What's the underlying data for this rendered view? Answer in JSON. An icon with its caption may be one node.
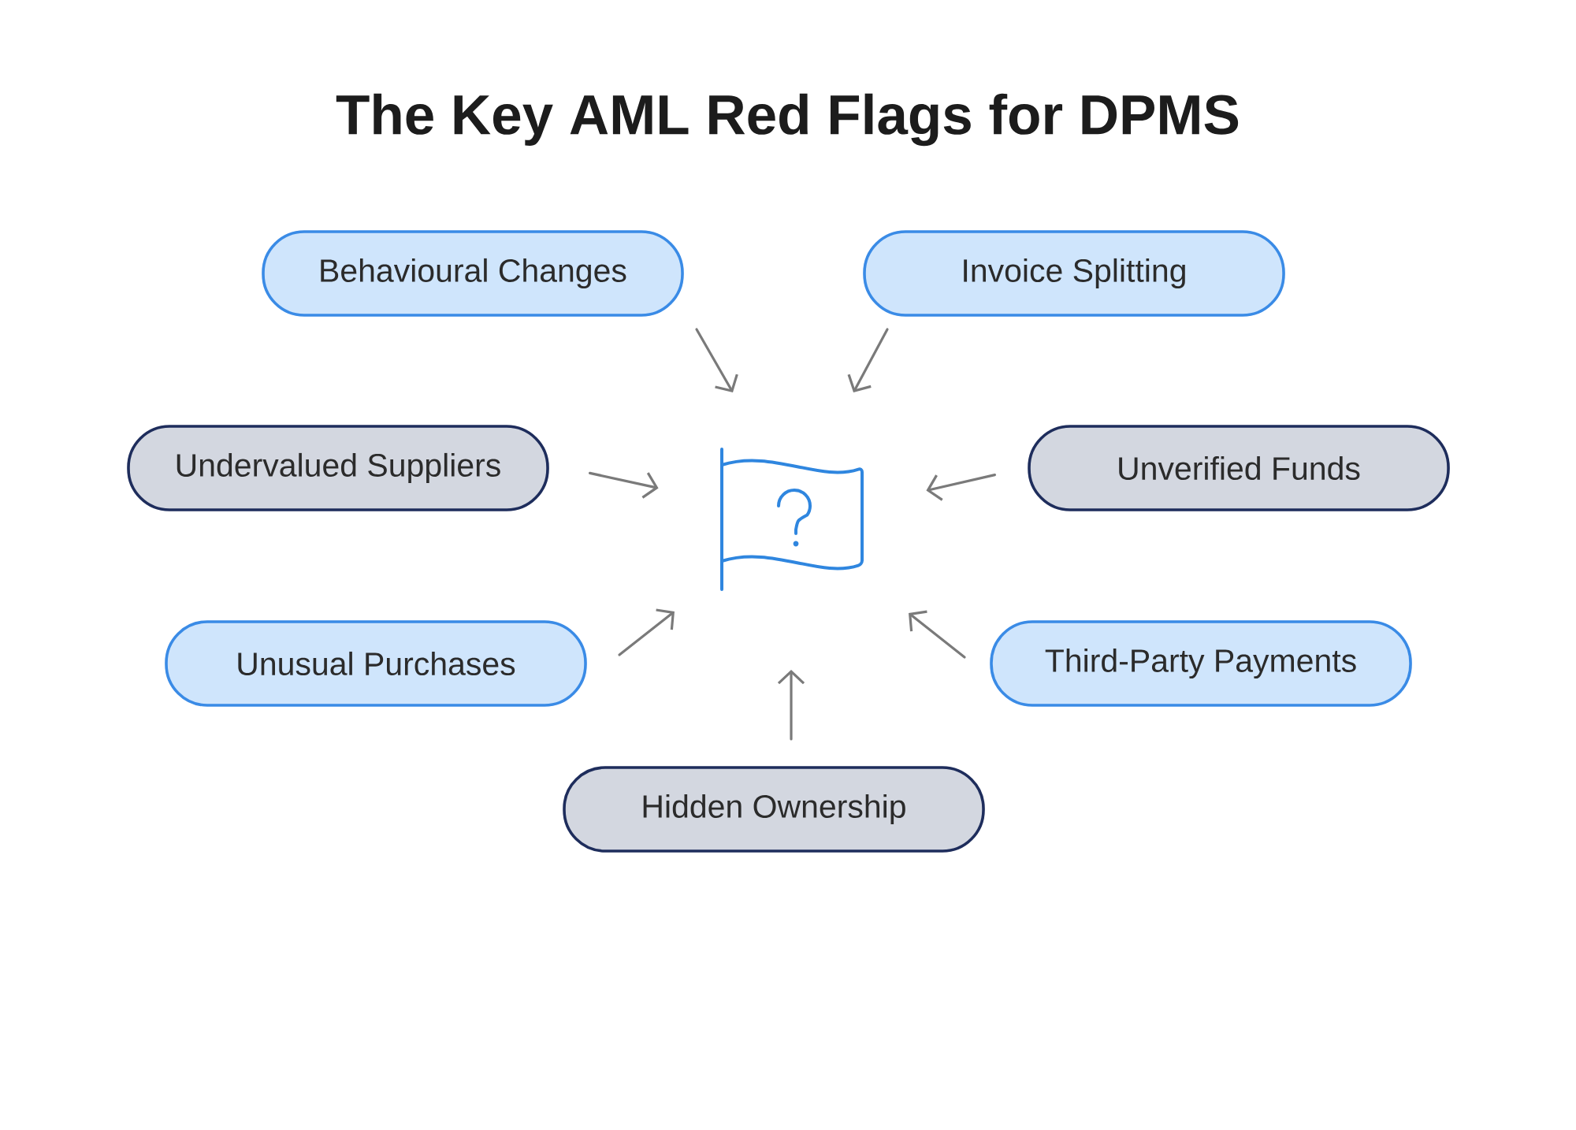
{
  "diagram": {
    "title": "The Key AML Red Flags for DPMS",
    "nodes": [
      {
        "text": [
          "Behavioural Changes"
        ]
      },
      {
        "text": [
          "Invoice Splitting"
        ]
      },
      {
        "text": [
          "Undervalued Suppliers"
        ]
      },
      {
        "text": [],
        "shape": "picture"
      },
      {
        "text": [
          "Unverified Funds"
        ]
      },
      {
        "text": [
          "Unusual Purchases"
        ]
      },
      {
        "text": [
          "Third-Party Payments"
        ]
      },
      {
        "text": [
          "Hidden Ownership"
        ]
      }
    ],
    "edges": [
      {
        "from": 0,
        "to": 3,
        "arrow": "to"
      },
      {
        "from": 1,
        "to": 3,
        "arrow": "to"
      },
      {
        "from": 2,
        "to": 3,
        "arrow": "to"
      },
      {
        "from": 4,
        "to": 3,
        "arrow": "to"
      },
      {
        "from": 5,
        "to": 3,
        "arrow": "to"
      },
      {
        "from": 6,
        "to": 3,
        "arrow": "to"
      },
      {
        "from": 7,
        "to": 3,
        "arrow": "to"
      }
    ]
  }
}
